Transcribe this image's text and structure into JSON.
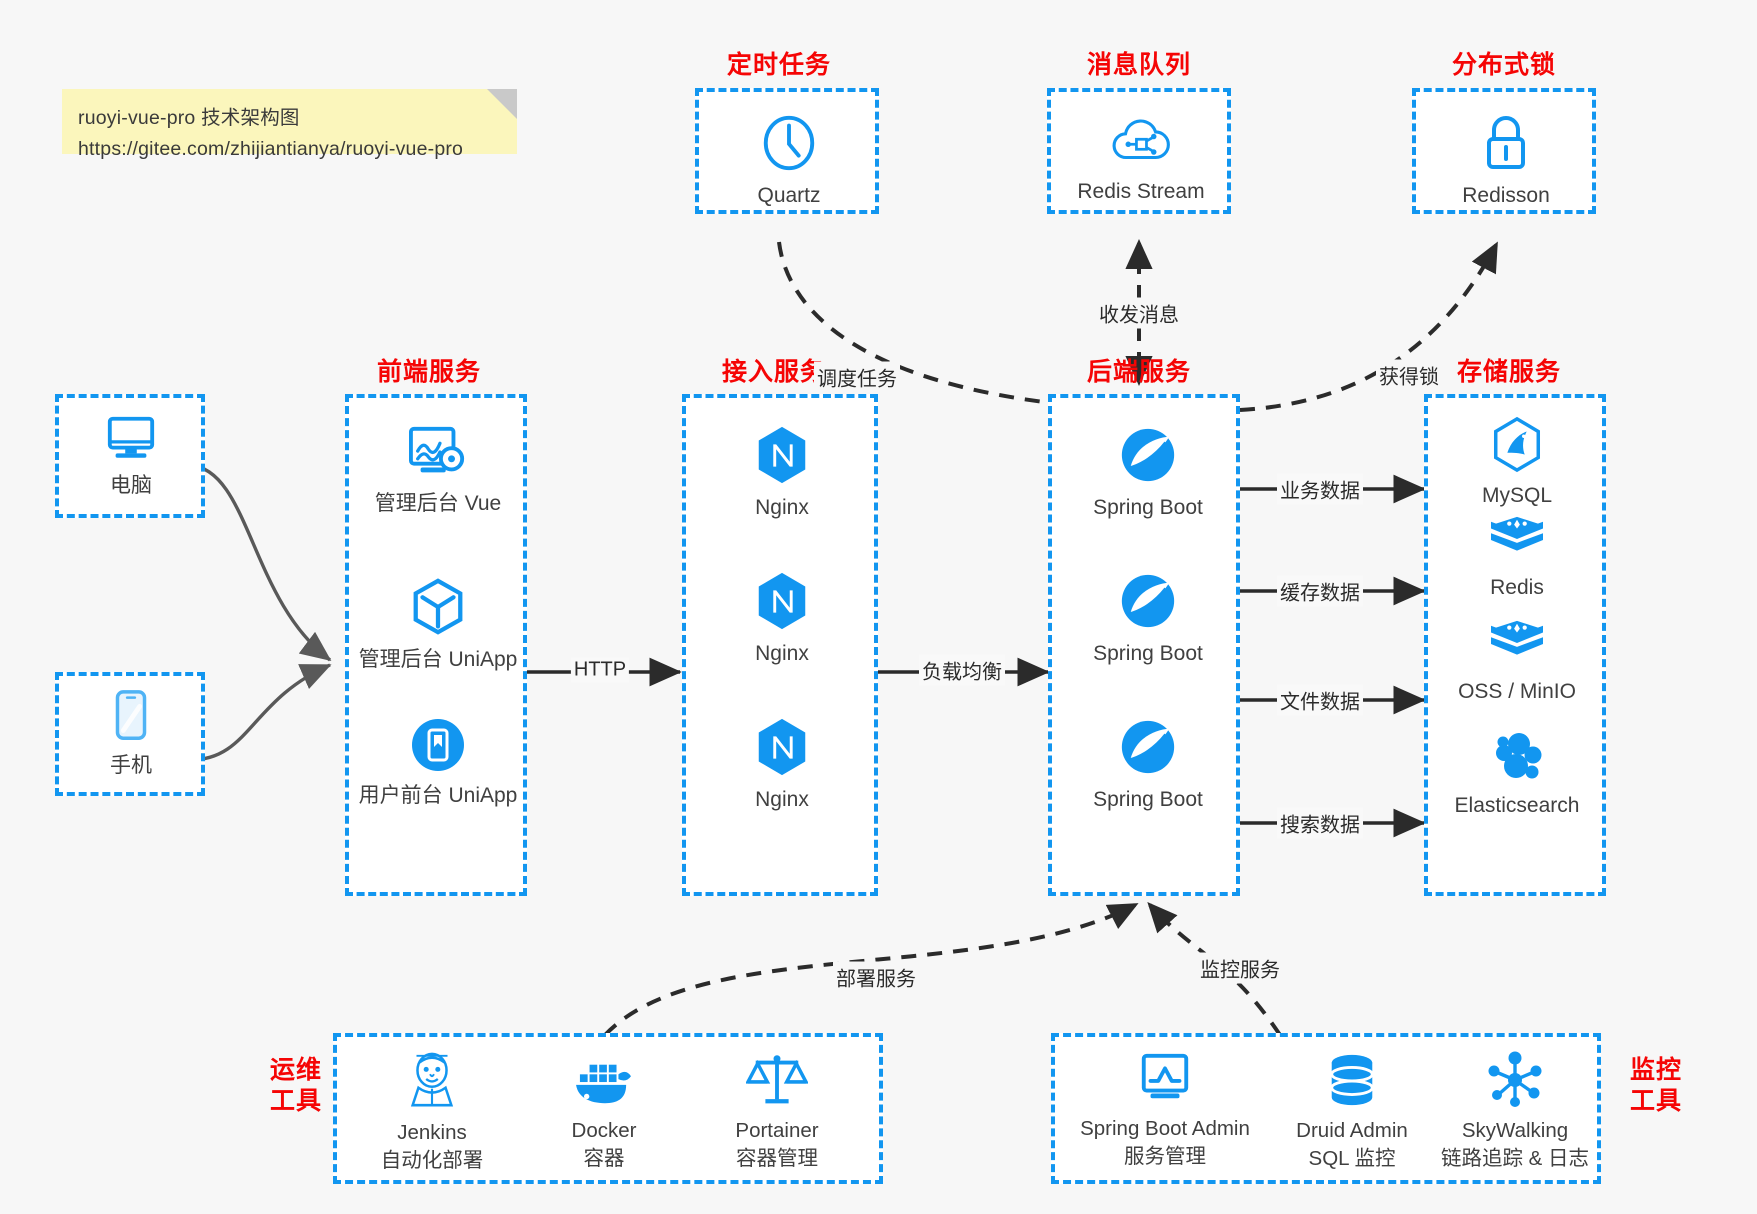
{
  "note": {
    "line1": "ruoyi-vue-pro 技术架构图",
    "line2": "https://gitee.com/zhijiantianya/ruoyi-vue-pro",
    "bg": "#fbf6bc"
  },
  "colors": {
    "accent_blue": "#1296f0",
    "title_red": "#f50505",
    "background": "#f7f7f7",
    "box_fill": "#ffffff",
    "text": "#404040",
    "arrow": "#2b2b2b",
    "curve_gray": "#595959"
  },
  "groups": {
    "scheduled_task": {
      "title": "定时任务",
      "nodes": [
        {
          "label": "Quartz",
          "icon": "clock-icon"
        }
      ]
    },
    "message_queue": {
      "title": "消息队列",
      "nodes": [
        {
          "label": "Redis Stream",
          "icon": "cloud-stream-icon"
        }
      ]
    },
    "distributed_lock": {
      "title": "分布式锁",
      "nodes": [
        {
          "label": "Redisson",
          "icon": "lock-icon"
        }
      ]
    },
    "device_pc": {
      "nodes": [
        {
          "label": "电脑",
          "icon": "desktop-monitor-icon"
        }
      ]
    },
    "device_phone": {
      "nodes": [
        {
          "label": "手机",
          "icon": "mobile-phone-icon"
        }
      ]
    },
    "frontend": {
      "title": "前端服务",
      "nodes": [
        {
          "label": "管理后台 Vue",
          "icon": "dashboard-settings-icon"
        },
        {
          "label": "管理后台 UniApp",
          "icon": "cube-y-icon"
        },
        {
          "label": "用户前台 UniApp",
          "icon": "app-window-icon"
        }
      ]
    },
    "gateway": {
      "title": "接入服务",
      "nodes": [
        {
          "label": "Nginx",
          "icon": "nginx-icon"
        },
        {
          "label": "Nginx",
          "icon": "nginx-icon"
        },
        {
          "label": "Nginx",
          "icon": "nginx-icon"
        }
      ]
    },
    "backend": {
      "title": "后端服务",
      "nodes": [
        {
          "label": "Spring Boot",
          "icon": "spring-boot-icon"
        },
        {
          "label": "Spring Boot",
          "icon": "spring-boot-icon"
        },
        {
          "label": "Spring Boot",
          "icon": "spring-boot-icon"
        }
      ]
    },
    "storage": {
      "title": "存储服务",
      "nodes": [
        {
          "label": "MySQL",
          "icon": "mysql-icon"
        },
        {
          "label": "Redis",
          "icon": "redis-icon"
        },
        {
          "label": "OSS / MinIO",
          "icon": "oss-minio-icon"
        },
        {
          "label": "Elasticsearch",
          "icon": "elasticsearch-icon"
        }
      ]
    },
    "devops": {
      "title": "运维\n工具",
      "title_line1": "运维",
      "title_line2": "工具",
      "nodes": [
        {
          "label": "Jenkins",
          "sub": "自动化部署",
          "icon": "jenkins-icon"
        },
        {
          "label": "Docker",
          "sub": "容器",
          "icon": "docker-icon"
        },
        {
          "label": "Portainer",
          "sub": "容器管理",
          "icon": "scales-icon"
        }
      ]
    },
    "monitor": {
      "title_line1": "监控",
      "title_line2": "工具",
      "nodes": [
        {
          "label": "Spring Boot Admin",
          "sub": "服务管理",
          "icon": "monitor-chart-icon"
        },
        {
          "label": "Druid Admin",
          "sub": "SQL 监控",
          "icon": "database-icon"
        },
        {
          "label": "SkyWalking",
          "sub": "链路追踪 & 日志",
          "icon": "skywalking-icon"
        }
      ]
    }
  },
  "edges": [
    {
      "name": "pc-to-frontend",
      "label": "",
      "style": "curve-solid"
    },
    {
      "name": "phone-to-frontend",
      "label": "",
      "style": "curve-solid"
    },
    {
      "name": "frontend-to-gateway",
      "label": "HTTP",
      "style": "solid"
    },
    {
      "name": "gateway-to-backend",
      "label": "负载均衡",
      "style": "solid"
    },
    {
      "name": "backend-to-mysql",
      "label": "业务数据",
      "style": "solid"
    },
    {
      "name": "backend-to-redis",
      "label": "缓存数据",
      "style": "solid"
    },
    {
      "name": "backend-to-oss",
      "label": "文件数据",
      "style": "solid"
    },
    {
      "name": "backend-to-es",
      "label": "搜索数据",
      "style": "solid"
    },
    {
      "name": "quartz-to-backend",
      "label": "调度任务",
      "style": "dashed"
    },
    {
      "name": "backend-to-mq",
      "label": "收发消息",
      "style": "dashed-bidir"
    },
    {
      "name": "backend-to-redisson",
      "label": "获得锁",
      "style": "dashed"
    },
    {
      "name": "devops-to-backend",
      "label": "部署服务",
      "style": "dashed"
    },
    {
      "name": "monitor-to-backend",
      "label": "监控服务",
      "style": "dashed"
    }
  ]
}
